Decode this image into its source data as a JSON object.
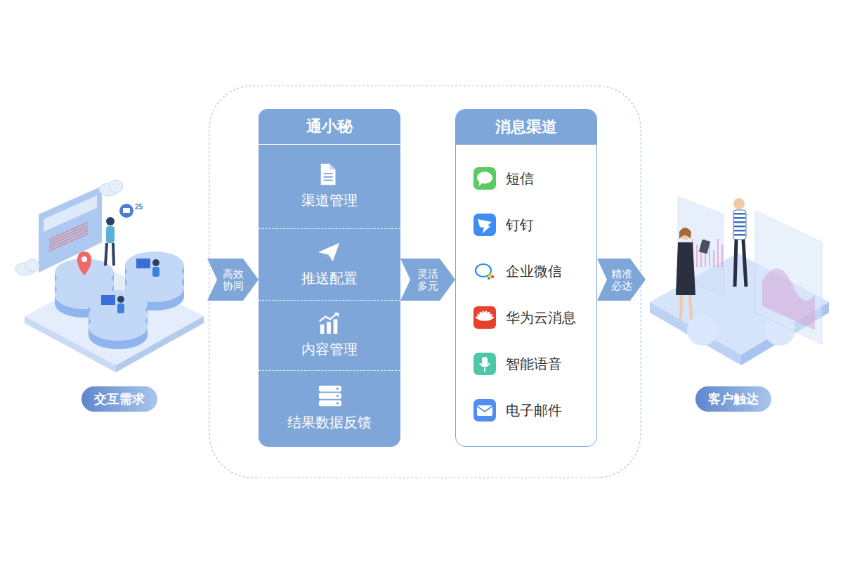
{
  "diagram": {
    "nodes": [
      {
        "text": [
          "交互需求"
        ]
      },
      {
        "text": [
          "通小秘"
        ]
      },
      {
        "text": [
          "渠道管理"
        ],
        "in": 1
      },
      {
        "text": [
          "推送配置"
        ],
        "in": 1
      },
      {
        "text": [
          "内容管理"
        ],
        "in": 1
      },
      {
        "text": [
          "结果数据反馈"
        ],
        "in": 1
      },
      {
        "text": [
          "消息渠道"
        ]
      },
      {
        "text": [
          "短信"
        ],
        "in": 6
      },
      {
        "text": [
          "钉钉"
        ],
        "in": 6
      },
      {
        "text": [
          "企业微信"
        ],
        "in": 6
      },
      {
        "text": [
          "华为云消息"
        ],
        "in": 6
      },
      {
        "text": [
          "智能语音"
        ],
        "in": 6
      },
      {
        "text": [
          "电子邮件"
        ],
        "in": 6
      },
      {
        "text": [
          "客户触达"
        ]
      }
    ],
    "edges": [
      {
        "from": 0,
        "to": 1,
        "arrow": "to",
        "label": "高效 协同"
      },
      {
        "from": 1,
        "to": 6,
        "arrow": "to",
        "label": "灵活 多元"
      },
      {
        "from": 6,
        "to": 13,
        "arrow": "to",
        "label": "精准 必达"
      }
    ],
    "labels": [
      "25"
    ]
  }
}
